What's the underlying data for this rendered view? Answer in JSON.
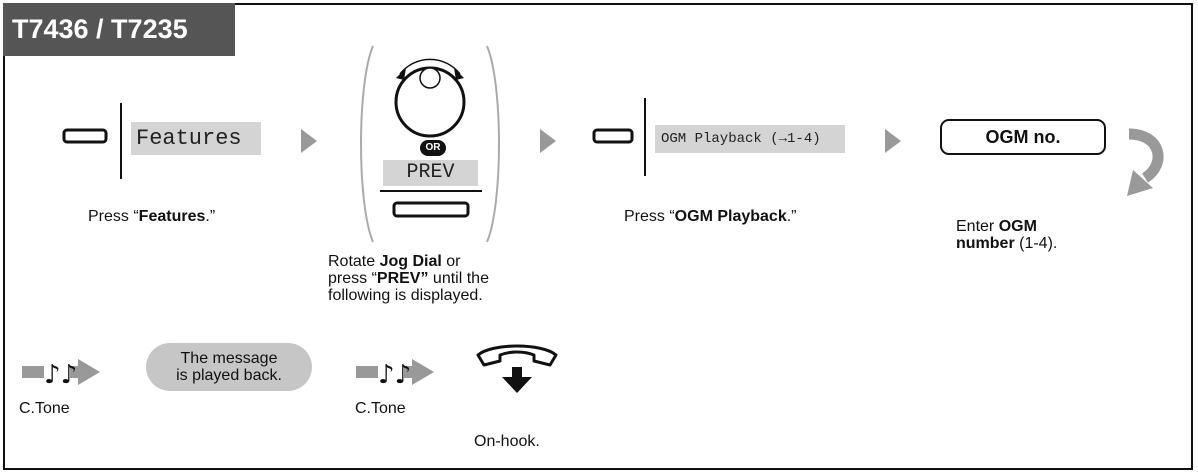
{
  "model_tab": "T7436 / T7235",
  "steps": {
    "features": {
      "screen_label": "Features",
      "caption_pre": "Press “",
      "caption_bold": "Features",
      "caption_post": ".”"
    },
    "jog": {
      "or_label": "OR",
      "screen_label": "PREV",
      "caption_l1_pre": "Rotate ",
      "caption_l1_bold": "Jog Dial",
      "caption_l1_post": " or",
      "caption_l2_pre": "press “",
      "caption_l2_bold": "PREV”",
      "caption_l2_post": " until the",
      "caption_l3": "following is displayed."
    },
    "ogm_playback": {
      "screen_label": "OGM Playback (→1-4)",
      "caption_pre": "Press “",
      "caption_bold": "OGM Playback",
      "caption_post": ".”"
    },
    "ogm_no": {
      "button_label": "OGM no.",
      "caption_l1_pre": "Enter ",
      "caption_l1_bold": "OGM",
      "caption_l2_bold": "number",
      "caption_l2_post": " (1-4)."
    },
    "ctone1": {
      "caption": "C.Tone"
    },
    "message": {
      "line1": "The message",
      "line2": "is played back."
    },
    "ctone2": {
      "caption": "C.Tone"
    },
    "onhook": {
      "caption": "On-hook."
    }
  },
  "colors": {
    "tab_bg": "#555555",
    "screen_bg": "#d4d4d4",
    "arrow_gray": "#999999",
    "pill_bg": "#c6c6c6"
  },
  "icons": [
    "feature-key-icon",
    "jog-dial-icon",
    "or-badge-icon",
    "arrow-right-icon",
    "continue-arrow-icon",
    "confirmation-tone-icon",
    "handset-onhook-icon"
  ]
}
